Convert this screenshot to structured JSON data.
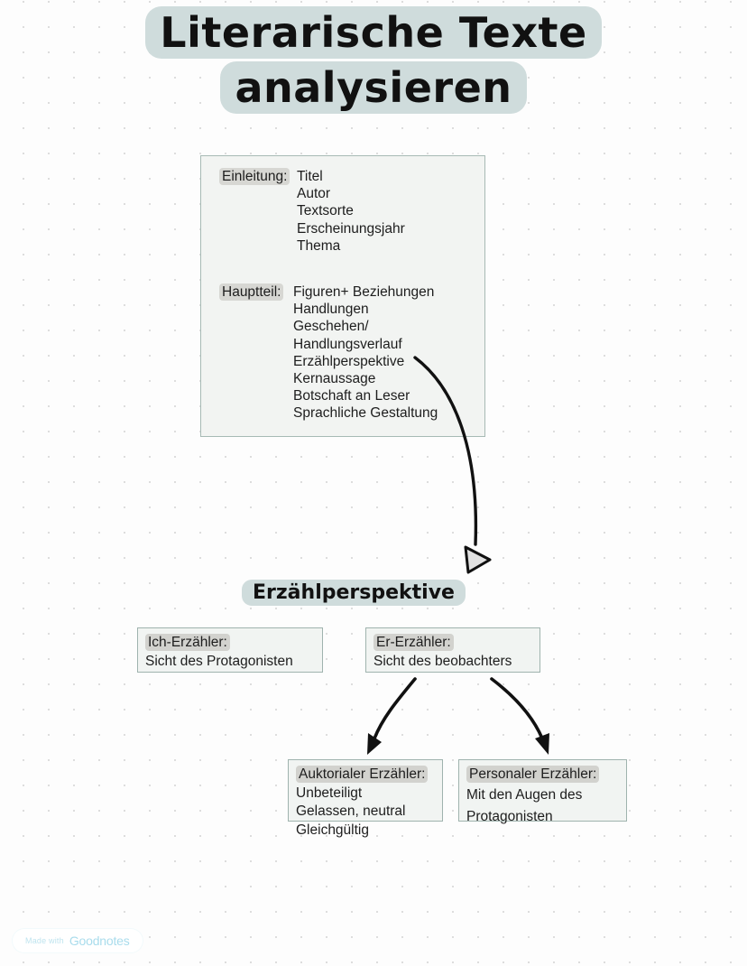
{
  "page": {
    "title_lines": [
      "Literarische Texte",
      "analysieren"
    ],
    "section_heading": "Erzählperspektive"
  },
  "structure_box": {
    "einleitung": {
      "label": "Einleitung:",
      "items": [
        "Titel",
        "Autor",
        "Textsorte",
        "Erscheinungsjahr",
        "Thema"
      ]
    },
    "hauptteil": {
      "label": "Hauptteil:",
      "items": [
        "Figuren+ Beziehungen",
        "Handlungen",
        "Geschehen/",
        "Handlungsverlauf",
        "Erzählperspektive",
        "Kernaussage",
        "Botschaft an Leser",
        "Sprachliche Gestaltung"
      ]
    }
  },
  "perspective_boxes": {
    "ich_erzaehler": {
      "heading": "Ich-Erzähler:",
      "lines": [
        "Sicht des Protagonisten"
      ]
    },
    "er_erzaehler": {
      "heading": "Er-Erzähler:",
      "lines": [
        "Sicht des beobachters"
      ]
    },
    "auktorialer_erzaehler": {
      "heading": "Auktorialer Erzähler:",
      "lines": [
        "Unbeteiligt",
        "Gelassen, neutral",
        "Gleichgültig"
      ]
    },
    "personaler_erzaehler": {
      "heading": "Personaler Erzähler:",
      "lines": [
        "Mit den Augen des",
        "Protagonisten"
      ]
    }
  },
  "watermark": {
    "made_with": "Made with",
    "brand": "Goodnotes"
  },
  "colors": {
    "highlight_title": "#cfdcdc",
    "highlight_label": "#d7d7d3",
    "box_fill": "#f1f4f2",
    "box_border": "#9fb3ae",
    "ink": "#1d1d1d",
    "arrow": "#111111",
    "watermark_brand": "#a9dcec"
  }
}
